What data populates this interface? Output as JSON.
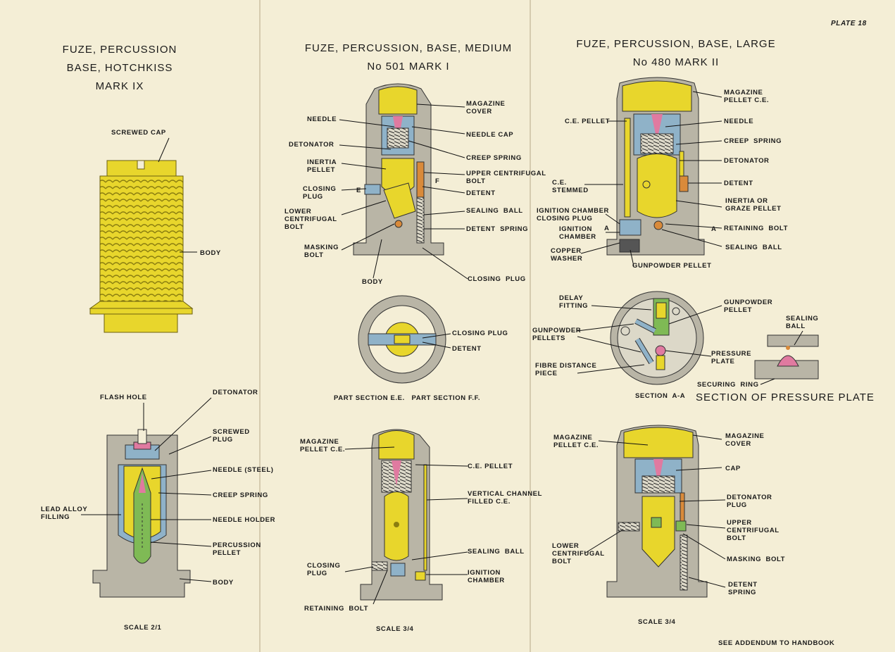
{
  "plate": "PLATE 18",
  "colors": {
    "yellow": "#e8d62c",
    "grey": "#b9b5a6",
    "blue": "#8fb2c8",
    "pink": "#e07aa0",
    "green": "#7fba55",
    "orange": "#d98a3a",
    "paper": "#f4eed6"
  },
  "left": {
    "title": [
      "FUZE, PERCUSSION",
      "BASE, HOTCHKISS",
      "MARK IX"
    ],
    "top_labels": {
      "screwed_cap": "SCREWED CAP",
      "body": "BODY"
    },
    "section_labels": {
      "flash_hole": "FLASH HOLE",
      "detonator": "DETONATOR",
      "screwed_plug": "SCREWED\nPLUG",
      "needle": "NEEDLE (STEEL)",
      "creep_spring": "CREEP SPRING",
      "lead_alloy": "LEAD ALLOY\nFILLING",
      "needle_holder": "NEEDLE HOLDER",
      "percussion_pellet": "PERCUSSION\nPELLET",
      "body": "BODY"
    },
    "scale": "SCALE 2/1"
  },
  "middle": {
    "title": [
      "FUZE, PERCUSSION, BASE, MEDIUM",
      "No 501   MARK I"
    ],
    "labels": {
      "magazine_cover": "MAGAZINE\nCOVER",
      "needle": "NEEDLE",
      "needle_cap": "NEEDLE CAP",
      "detonator": "DETONATOR",
      "creep_spring": "CREEP SPRING",
      "inertia_pellet": "INERTIA\nPELLET",
      "upper_cb": "UPPER CENTRIFUGAL\nBOLT",
      "closing_plug": "CLOSING\nPLUG",
      "detent": "DETENT",
      "lower_cb": "LOWER\nCENTRIFUGAL\nBOLT",
      "sealing_ball": "SEALING  BALL",
      "detent_spring": "DETENT  SPRING",
      "masking_bolt": "MASKING\nBOLT",
      "body": "BODY",
      "closing_plug2": "CLOSING  PLUG",
      "e": "E",
      "f": "F"
    },
    "section_labels": {
      "closing_plug": "CLOSING PLUG",
      "detent": "DETENT",
      "caption": "PART SECTION E.E.   PART SECTION F.F."
    },
    "bottom_labels": {
      "magazine_pellet": "MAGAZINE\nPELLET C.E.",
      "ce_pellet": "C.E. PELLET",
      "vertical_channel": "VERTICAL CHANNEL\nFILLED C.E.",
      "sealing_ball": "SEALING  BALL",
      "closing_plug": "CLOSING\nPLUG",
      "ignition_chamber": "IGNITION\nCHAMBER",
      "retaining_bolt": "RETAINING  BOLT"
    },
    "scale": "SCALE 3/4"
  },
  "right": {
    "title": [
      "FUZE, PERCUSSION, BASE, LARGE",
      "No 480   MARK II"
    ],
    "labels": {
      "magazine_pellet": "MAGAZINE\nPELLET C.E.",
      "ce_pellet": "C.E. PELLET",
      "needle": "NEEDLE",
      "creep_spring": "CREEP  SPRING",
      "detonator": "DETONATOR",
      "ce_stemmed": "C.E.\nSTEMMED",
      "detent": "DETENT",
      "inertia": "INERTIA OR\nGRAZE PELLET",
      "ign_closing": "IGNITION CHAMBER\nCLOSING PLUG",
      "ign_chamber": "IGNITION\nCHAMBER",
      "retaining_bolt": "RETAINING  BOLT",
      "copper_washer": "COPPER\nWASHER",
      "sealing_ball": "SEALING  BALL",
      "gunpowder_pellet": "GUNPOWDER PELLET",
      "a": "A"
    },
    "section_labels": {
      "delay_fitting": "DELAY\nFITTING",
      "gunpowder_pellet": "GUNPOWDER\nPELLET",
      "gunpowder_pellets": "GUNPOWDER\nPELLETS",
      "sealing_ball": "SEALING\nBALL",
      "pressure_plate": "PRESSURE\nPLATE",
      "fibre_piece": "FIBRE DISTANCE\nPIECE",
      "securing_ring": "SECURING  RING",
      "section_aa": "SECTION  A-A",
      "section_pressure": "SECTION OF PRESSURE PLATE"
    },
    "bottom_labels": {
      "magazine_pellet": "MAGAZINE\nPELLET C.E.",
      "magazine_cover": "MAGAZINE\nCOVER",
      "cap": "CAP",
      "detonator_plug": "DETONATOR\nPLUG",
      "upper_cb": "UPPER\nCENTRIFUGAL\nBOLT",
      "lower_cb": "LOWER\nCENTRIFUGAL\nBOLT",
      "masking_bolt": "MASKING  BOLT",
      "detent_spring": "DETENT\nSPRING"
    },
    "scale": "SCALE 3/4",
    "addendum": "SEE ADDENDUM TO HANDBOOK"
  }
}
